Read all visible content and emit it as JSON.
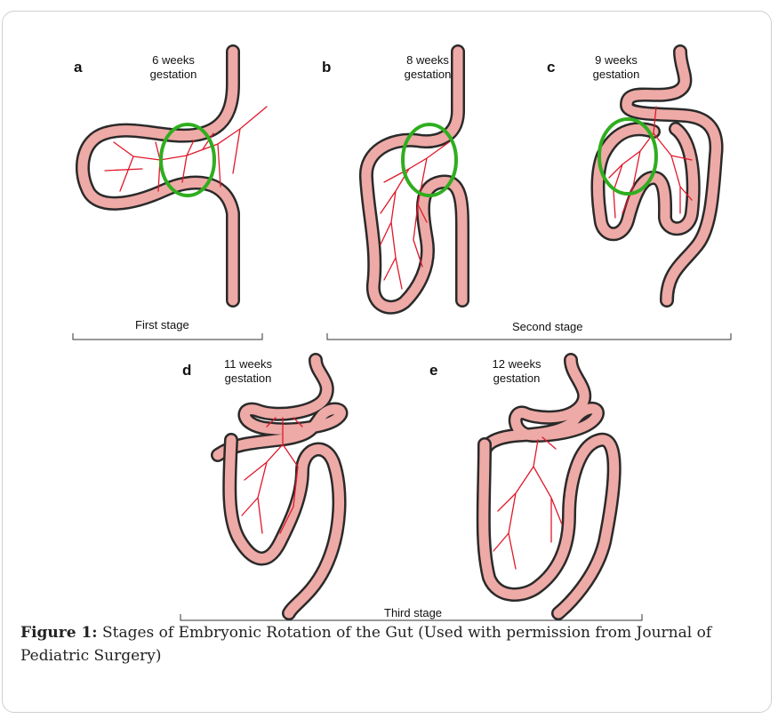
{
  "panels": [
    {
      "letter": "a",
      "age_line1": "6 weeks",
      "age_line2": "gestation"
    },
    {
      "letter": "b",
      "age_line1": "8 weeks",
      "age_line2": "gestation"
    },
    {
      "letter": "c",
      "age_line1": "9 weeks",
      "age_line2": "gestation"
    },
    {
      "letter": "d",
      "age_line1": "11 weeks",
      "age_line2": "gestation"
    },
    {
      "letter": "e",
      "age_line1": "12 weeks",
      "age_line2": "gestation"
    }
  ],
  "stages": {
    "first": "First stage",
    "second": "Second stage",
    "third": "Third stage"
  },
  "caption": {
    "label": "Figure 1:",
    "text": " Stages of Embryonic Rotation of the Gut (Used with permission from Journal of Pediatric Surgery)"
  },
  "colors": {
    "gut_fill": "#eeaaa6",
    "gut_outline": "#2a2a2a",
    "vessel": "#e0182a",
    "ring": "#2fae1f"
  }
}
